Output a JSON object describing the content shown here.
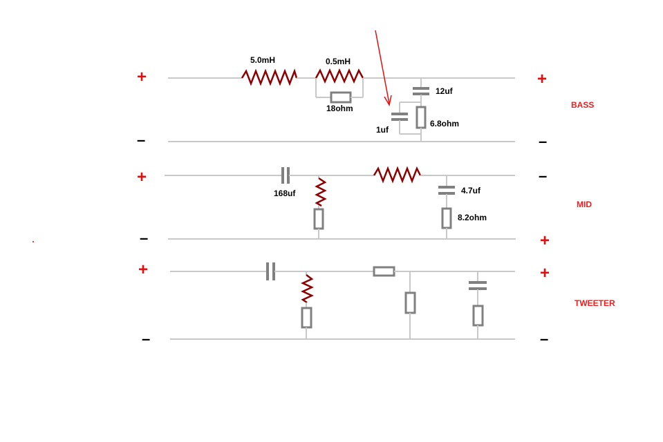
{
  "sections": {
    "bass": "BASS",
    "mid": "MID",
    "tweeter": "TWEETER"
  },
  "terminals": {
    "plus": "+",
    "minus": "–"
  },
  "bass": {
    "inductor_main": "5.0mH",
    "inductor_parallel": "0.5mH",
    "resistor_parallel": "18ohm",
    "cap_top": "12uf",
    "cap_side": "1uf",
    "resistor_shunt": "6.8ohm"
  },
  "mid": {
    "cap_series": "168uf",
    "cap_shunt": "4.7uf",
    "resistor_shunt": "8.2ohm"
  },
  "colors": {
    "wire": "#c8c8c8",
    "component": "#808080",
    "inductor": "#8b0000",
    "accent": "#ee1c1c",
    "arrow": "#e01010"
  }
}
